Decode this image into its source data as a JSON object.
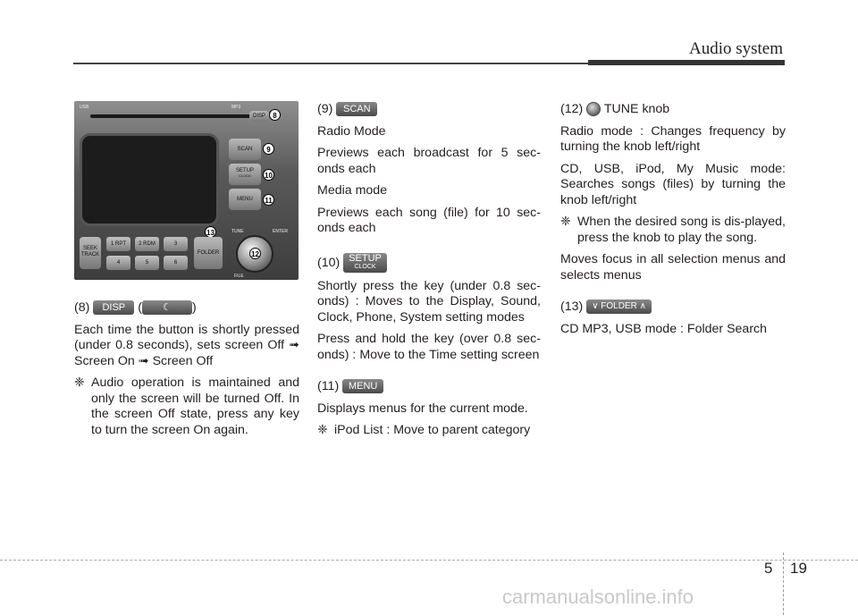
{
  "header": {
    "title": "Audio system"
  },
  "radio_panel": {
    "labels": {
      "disp": "DISP",
      "scan": "SCAN",
      "setup": "SETUP",
      "clock": "CLOCK",
      "menu": "MENU",
      "seek": "SEEK",
      "track": "TRACK",
      "p1": "1 RPT",
      "p2": "2 RDM",
      "p3": "3",
      "p4": "4",
      "p5": "5",
      "p6": "6",
      "folder": "FOLDER",
      "tune": "TUNE",
      "enter": "ENTER",
      "file": "FILE",
      "mp3": "MP3",
      "usb": "USB"
    },
    "callouts": [
      "8",
      "9",
      "10",
      "11",
      "12",
      "13"
    ]
  },
  "col1": {
    "heading_num": "(8)",
    "disp_btn": "DISP",
    "moon_btn": "☾",
    "para1": "Each time the button is shortly pressed (under 0.8 seconds), sets screen Off ➟ Screen On ➟ Screen Off",
    "note_mark": "❈",
    "note1": "Audio operation is maintained and only the screen will be turned Off. In the screen Off state, press any key to turn the screen On again."
  },
  "col2": {
    "s9_num": "(9)",
    "scan_btn": "SCAN",
    "radio_mode": "Radio Mode",
    "radio_desc": "Previews each broadcast for 5 sec-onds each",
    "media_mode": "Media mode",
    "media_desc": "Previews each song (file) for 10 sec-onds each",
    "s10_num": "(10)",
    "setup_btn": "SETUP",
    "setup_sub": "CLOCK",
    "setup_short": "Shortly press the key (under 0.8 sec-onds) : Moves to the Display, Sound, Clock, Phone, System setting modes",
    "setup_hold": "Press and hold the key (over 0.8 sec-onds) : Move to the Time setting screen",
    "s11_num": "(11)",
    "menu_btn": "MENU",
    "menu_desc": "Displays menus for the current mode.",
    "note_mark": "❈",
    "menu_note": "iPod List : Move to parent category"
  },
  "col3": {
    "s12_num": "(12)",
    "tune_label": "TUNE knob",
    "tune_radio": "Radio mode : Changes frequency by turning the knob left/right",
    "tune_media": "CD, USB, iPod, My Music mode: Searches songs (files) by turning the knob left/right",
    "note_mark": "❈",
    "tune_note": "When the desired song is dis-played, press the knob to play the song.",
    "tune_moves": "Moves focus in all selection menus and selects menus",
    "s13_num": "(13)",
    "folder_btn": "FOLDER",
    "folder_desc": "CD MP3, USB mode : Folder Search"
  },
  "footer": {
    "chapter": "5",
    "page": "19",
    "watermark": "carmanualsonline.info"
  }
}
